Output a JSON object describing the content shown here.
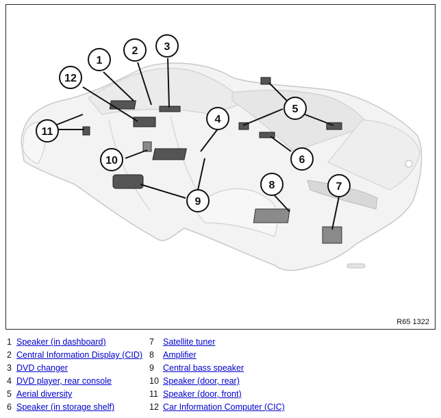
{
  "figure": {
    "reference_code": "R65 1322",
    "callouts": [
      {
        "num": "1"
      },
      {
        "num": "2"
      },
      {
        "num": "3"
      },
      {
        "num": "4"
      },
      {
        "num": "5"
      },
      {
        "num": "6"
      },
      {
        "num": "7"
      },
      {
        "num": "8"
      },
      {
        "num": "9"
      },
      {
        "num": "10"
      },
      {
        "num": "11"
      },
      {
        "num": "12"
      }
    ]
  },
  "legend": [
    {
      "num": "1",
      "label": "Speaker (in dashboard)"
    },
    {
      "num": "2",
      "label": "Central Information Display (CID)"
    },
    {
      "num": "3",
      "label": "DVD changer"
    },
    {
      "num": "4",
      "label": "DVD player, rear console"
    },
    {
      "num": "5",
      "label": "Aerial diversity"
    },
    {
      "num": "6",
      "label": "Speaker (in storage shelf)"
    },
    {
      "num": "7",
      "label": "Satellite tuner"
    },
    {
      "num": "8",
      "label": "Amplifier"
    },
    {
      "num": "9",
      "label": "Central bass speaker"
    },
    {
      "num": "10",
      "label": "Speaker (door, rear)"
    },
    {
      "num": "11",
      "label": "Speaker (door, front)"
    },
    {
      "num": "12",
      "label": "Car Information Computer (CIC)"
    }
  ]
}
